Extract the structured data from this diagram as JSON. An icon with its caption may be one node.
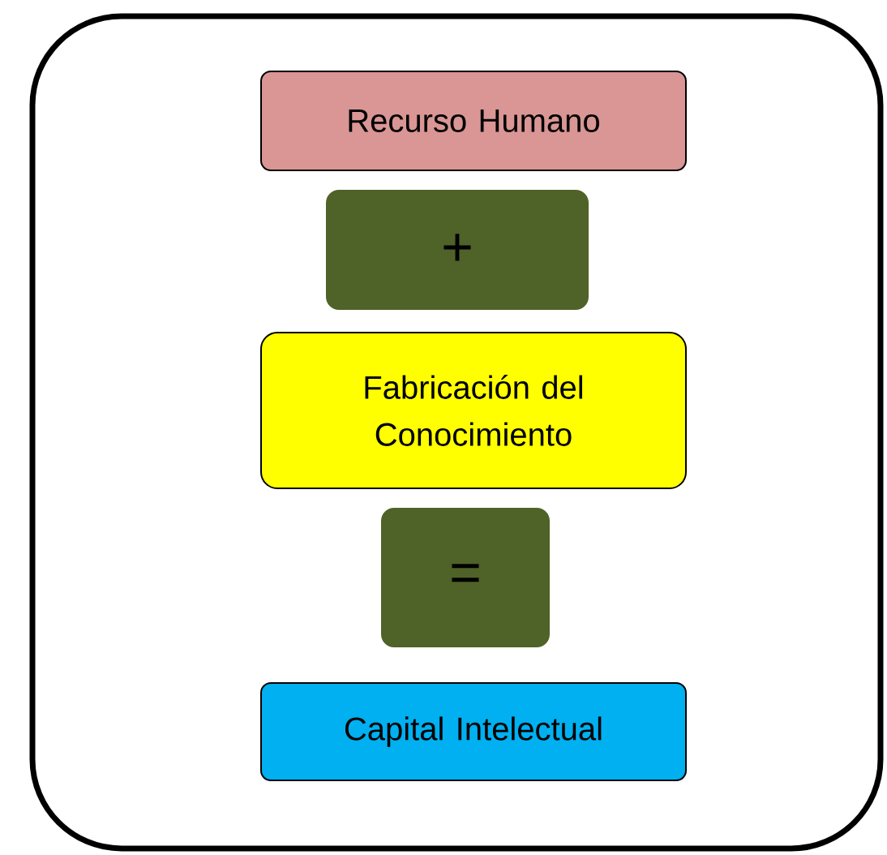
{
  "diagram": {
    "nodes": [
      {
        "text": [],
        "shape": "box"
      },
      {
        "text": [
          "Recurso Humano"
        ],
        "in": 0
      },
      {
        "text": [
          "+"
        ],
        "in": 0
      },
      {
        "text": [
          "Fabricación del Conocimiento"
        ],
        "in": 0
      },
      {
        "text": [
          "="
        ],
        "in": 0
      },
      {
        "text": [
          "Capital Intelectual"
        ],
        "in": 0
      }
    ]
  }
}
